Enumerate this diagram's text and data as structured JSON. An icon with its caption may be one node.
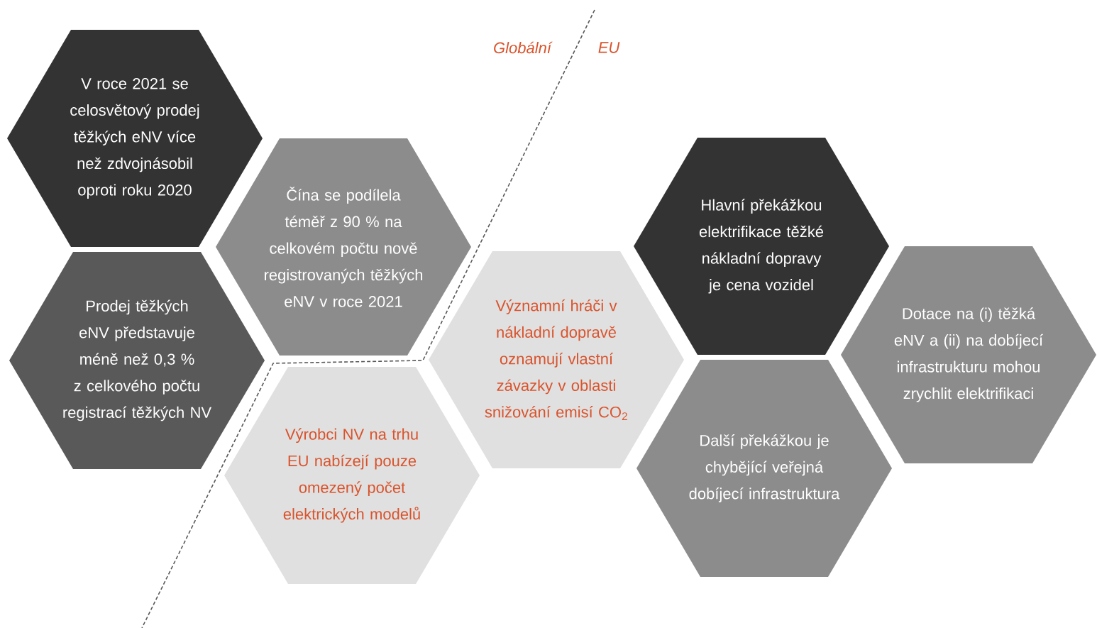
{
  "diagram": {
    "nodes": [
      {
        "text": [
          "V roce 2021 se celosvětový prodej těžkých eNV více než zdvojnásobil oproti roku 2020"
        ]
      },
      {
        "text": [
          "Prodej těžkých eNV představuje méně než 0,3 % z celkového počtu registrací těžkých NV"
        ]
      },
      {
        "text": [
          "Čína se podílela téměř z 90 % na celkovém počtu nově registrovaných těžkých eNV v roce 2021"
        ]
      },
      {
        "text": [
          "Výrobci NV na trhu EU nabízejí pouze omezený počet elektrických modelů"
        ]
      },
      {
        "text": [
          "Významní hráči v nákladní dopravě oznamují vlastní závazky v oblasti snižování emisí CO$_{2}$"
        ]
      },
      {
        "text": [
          "Hlavní překážkou elektrifikace těžké nákladní dopravy je cena vozidel"
        ]
      },
      {
        "text": [
          "Další překážkou je chybějící veřejná dobíjecí infrastruktura"
        ]
      },
      {
        "text": [
          "Dotace na (i) těžká eNV a (ii) na dobíjecí infrastrukturu mohou zrychlit elektrifikaci"
        ]
      }
    ],
    "edges": [],
    "labels": [
      "Globální",
      "EU"
    ]
  }
}
